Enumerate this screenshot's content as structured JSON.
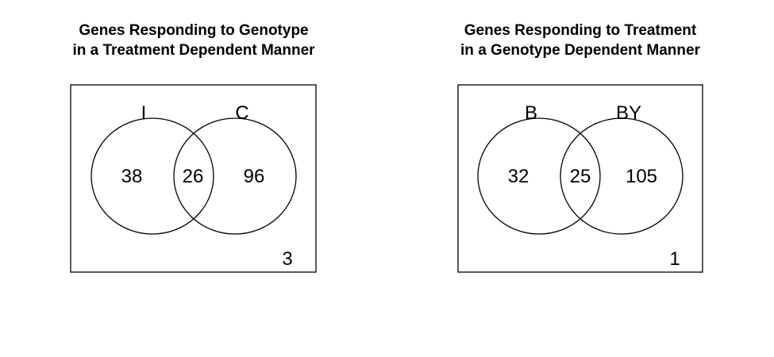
{
  "diagrams": [
    {
      "title_line1": "Genes Responding to Genotype",
      "title_line2": "in a Treatment Dependent Manner",
      "set_left": {
        "label": "I",
        "only_count": "38"
      },
      "set_right": {
        "label": "C",
        "only_count": "96"
      },
      "overlap_count": "26",
      "outside_count": "3"
    },
    {
      "title_line1": "Genes Responding to Treatment",
      "title_line2": "in a Genotype Dependent Manner",
      "set_left": {
        "label": "B",
        "only_count": "32"
      },
      "set_right": {
        "label": "BY",
        "only_count": "105"
      },
      "overlap_count": "25",
      "outside_count": "1"
    }
  ]
}
